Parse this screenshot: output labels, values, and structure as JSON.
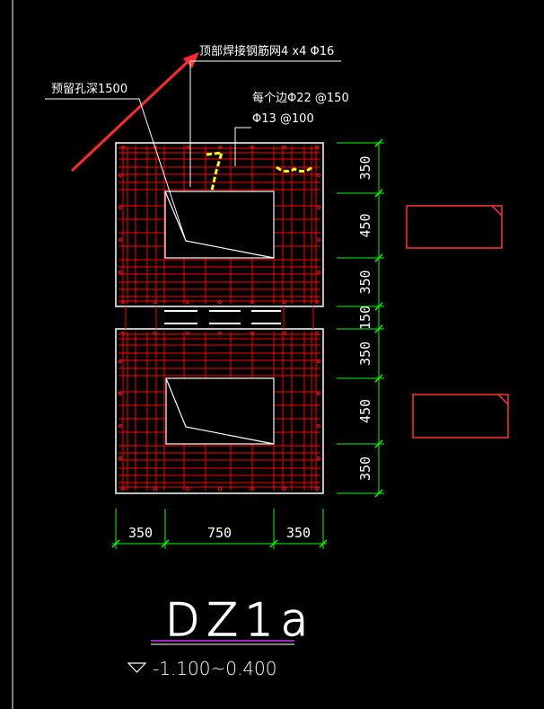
{
  "drawing": {
    "title": "DZ1a",
    "elevation": "-1.100~0.400",
    "annotations": {
      "top_mesh": "顶部焊接钢筋网4 x4 Φ16",
      "reserved_hole": "预留孔深1500",
      "side_bars_line1": "每个边Φ22 @150",
      "side_bars_line2": "Φ13 @100"
    },
    "dimensions": {
      "horizontal": [
        "350",
        "750",
        "350"
      ],
      "vertical": [
        "350",
        "450",
        "350",
        "150",
        "350",
        "450",
        "350"
      ]
    },
    "colors": {
      "background": "#000000",
      "rebar": "#ff0000",
      "outline": "#ffffff",
      "dimension": "#00ff00",
      "highlight": "#ffff00",
      "underline": "#cc33ff"
    }
  }
}
